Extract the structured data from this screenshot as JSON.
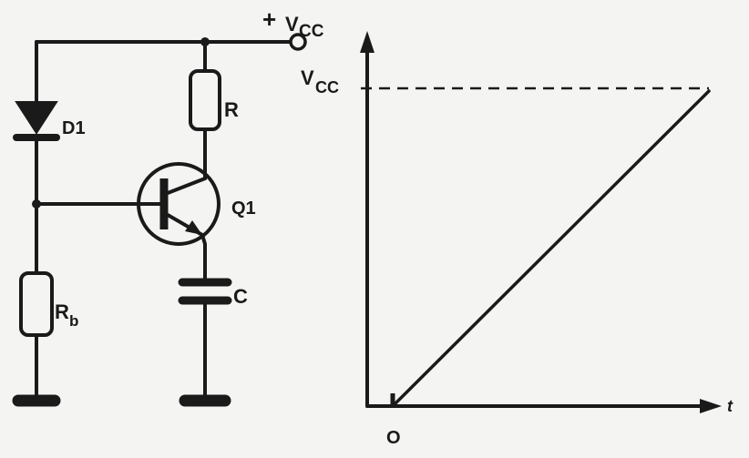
{
  "labels": {
    "supply_sign": "+",
    "supply_v": "V",
    "supply_sub": "CC",
    "diode": "D1",
    "resistor": "R",
    "transistor": "Q1",
    "capacitor": "C",
    "base_resistor_main": "R",
    "base_resistor_sub": "b"
  },
  "graph": {
    "y_label_main": "V",
    "y_label_sub": "CC",
    "x_label": "t",
    "origin_label": "O"
  },
  "colors": {
    "ink": "#1a1a1a",
    "paper": "#f4f4f2"
  }
}
